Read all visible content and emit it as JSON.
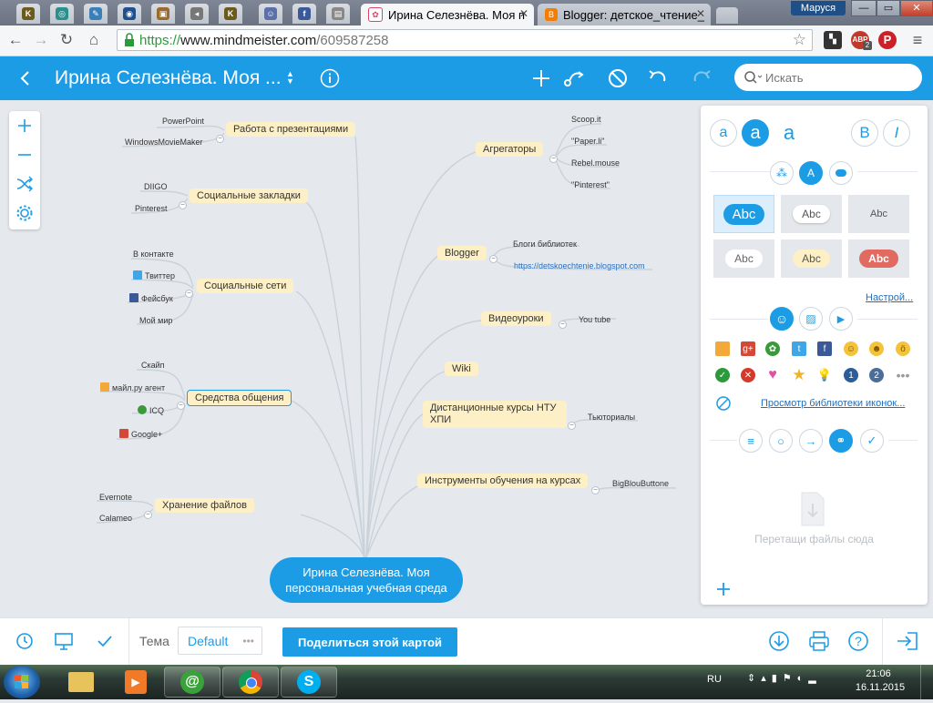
{
  "browser": {
    "tabs": [
      {
        "title": "Ирина Селезнёва. Моя п",
        "active": true
      },
      {
        "title": "Blogger: детское_чтение_",
        "active": false
      }
    ],
    "profile_name": "Маруся",
    "url_scheme": "https://",
    "url_host": "www.mindmeister.com",
    "url_path": "/609587258",
    "ext_badge": "ABP",
    "ext_badge_count": "2"
  },
  "app": {
    "map_title": "Ирина Селезнёва. Моя ...",
    "search_placeholder": "Искать"
  },
  "mindmap": {
    "root": "Ирина Селезнёва. Моя персональная учебная среда",
    "left": [
      {
        "label": "Работа с презентациями",
        "children": [
          "PowerPoint",
          "WindowsMovieMaker"
        ]
      },
      {
        "label": "Социальные закладки",
        "children": [
          "DIIGO",
          "Pinterest"
        ]
      },
      {
        "label": "Социальные сети",
        "children": [
          "В контакте",
          "Твиттер",
          "Фейсбук",
          "Мой мир"
        ]
      },
      {
        "label": "Средства общения",
        "children": [
          "Скайп",
          "майл.ру агент",
          "ICQ",
          "Google+"
        ]
      },
      {
        "label": "Хранение файлов",
        "children": [
          "Evernote",
          "Calameo"
        ]
      }
    ],
    "right": [
      {
        "label": "Агрегаторы",
        "children": [
          "Scoop.it",
          "\"Paper.li\"",
          "Rebel.mouse",
          "\"Pinterest\""
        ]
      },
      {
        "label": "Blogger",
        "children": [
          "Блоги библиотек",
          "https://detskoechtenie.blogspot.com"
        ]
      },
      {
        "label": "Видеоуроки",
        "children": [
          "You tube"
        ]
      },
      {
        "label": "Wiki",
        "children": []
      },
      {
        "label": "Дистанционные курсы НТУ ХПИ",
        "children": [
          "Тьюториалы"
        ]
      },
      {
        "label": "Инструменты обучения на курсах",
        "children": [
          "BigBlouButtone"
        ]
      }
    ]
  },
  "panel": {
    "font_a": "a",
    "bold": "B",
    "italic": "I",
    "style_samples": [
      "Abc",
      "Abc",
      "Abc",
      "Abc",
      "Abc",
      "Abc"
    ],
    "customize_link": "Настрой...",
    "icon_library_link": "Просмотр библиотеки иконок...",
    "drop_files": "Перетащи файлы сюда",
    "icons": [
      "mail-icon",
      "google-plus-icon",
      "icq-icon",
      "twitter-icon",
      "facebook-icon",
      "smile-icon",
      "grin-icon",
      "surprised-icon",
      "check-icon",
      "cross-icon",
      "heart-icon",
      "star-icon",
      "bulb-icon",
      "priority-1-icon",
      "priority-2-icon",
      "more-icon"
    ],
    "priority_1": "1",
    "priority_2": "2"
  },
  "bottom": {
    "theme_label": "Тема",
    "theme_value": "Default",
    "share_button": "Поделиться этой картой"
  },
  "taskbar": {
    "lang": "RU",
    "time": "21:06",
    "date": "16.11.2015"
  },
  "colors": {
    "brand": "#1d9ce6",
    "node": "#fdf0c6",
    "canvas": "#e5e9ee"
  }
}
